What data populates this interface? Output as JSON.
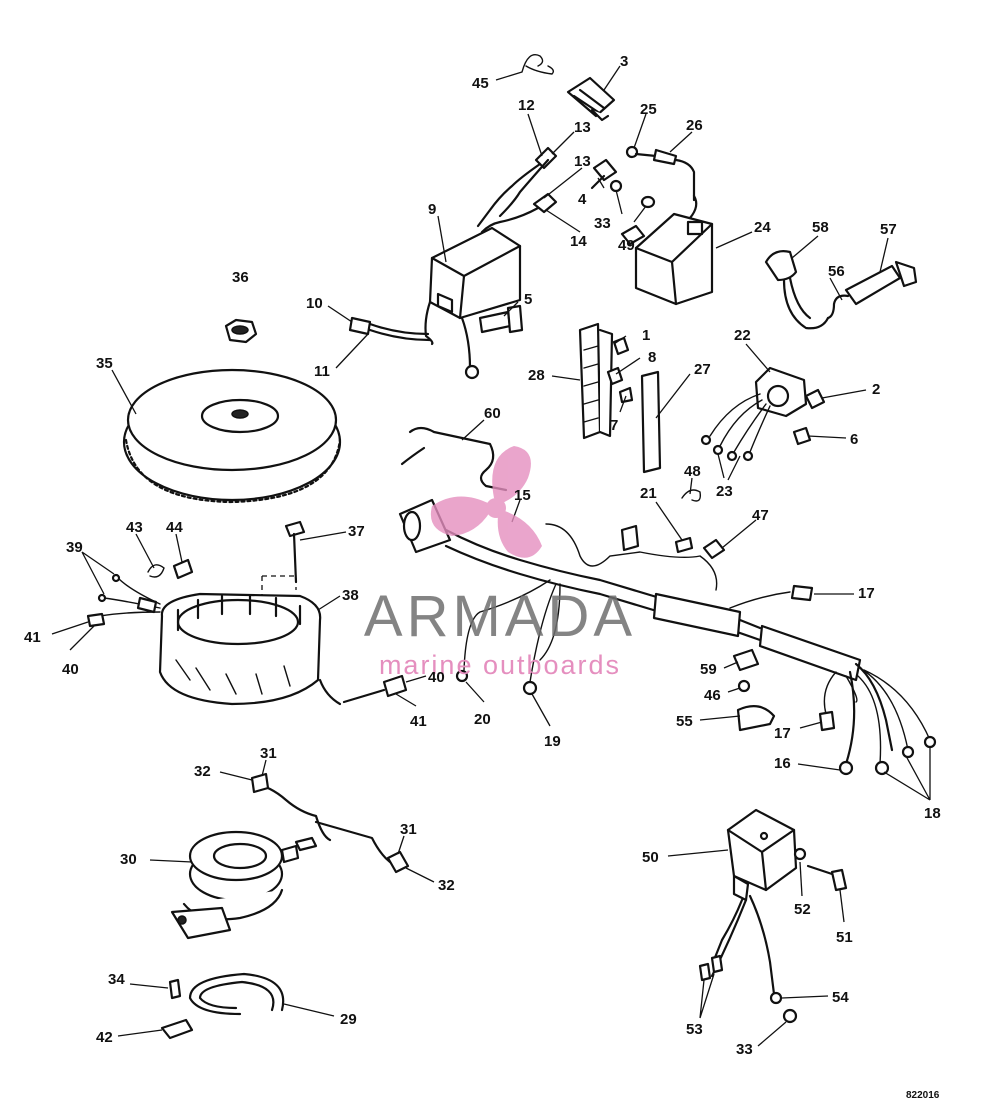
{
  "diagram": {
    "callouts": [
      {
        "id": "c45",
        "text": "45"
      },
      {
        "id": "c3",
        "text": "3"
      },
      {
        "id": "c12",
        "text": "12"
      },
      {
        "id": "c13a",
        "text": "13"
      },
      {
        "id": "c13b",
        "text": "13"
      },
      {
        "id": "c25",
        "text": "25"
      },
      {
        "id": "c26",
        "text": "26"
      },
      {
        "id": "c4",
        "text": "4"
      },
      {
        "id": "c33a",
        "text": "33"
      },
      {
        "id": "c9",
        "text": "9"
      },
      {
        "id": "c14",
        "text": "14"
      },
      {
        "id": "c49",
        "text": "49"
      },
      {
        "id": "c24",
        "text": "24"
      },
      {
        "id": "c58",
        "text": "58"
      },
      {
        "id": "c57",
        "text": "57"
      },
      {
        "id": "c56",
        "text": "56"
      },
      {
        "id": "c36",
        "text": "36"
      },
      {
        "id": "c10",
        "text": "10"
      },
      {
        "id": "c5",
        "text": "5"
      },
      {
        "id": "c11",
        "text": "11"
      },
      {
        "id": "c1",
        "text": "1"
      },
      {
        "id": "c22",
        "text": "22"
      },
      {
        "id": "c8",
        "text": "8"
      },
      {
        "id": "c28",
        "text": "28"
      },
      {
        "id": "c27",
        "text": "27"
      },
      {
        "id": "c2",
        "text": "2"
      },
      {
        "id": "c35",
        "text": "35"
      },
      {
        "id": "c7",
        "text": "7"
      },
      {
        "id": "c6",
        "text": "6"
      },
      {
        "id": "c60",
        "text": "60"
      },
      {
        "id": "c23",
        "text": "23"
      },
      {
        "id": "c48",
        "text": "48"
      },
      {
        "id": "c15",
        "text": "15"
      },
      {
        "id": "c21",
        "text": "21"
      },
      {
        "id": "c47",
        "text": "47"
      },
      {
        "id": "c43",
        "text": "43"
      },
      {
        "id": "c44",
        "text": "44"
      },
      {
        "id": "c37",
        "text": "37"
      },
      {
        "id": "c39",
        "text": "39"
      },
      {
        "id": "c38",
        "text": "38"
      },
      {
        "id": "c17a",
        "text": "17"
      },
      {
        "id": "c41a",
        "text": "41"
      },
      {
        "id": "c40a",
        "text": "40"
      },
      {
        "id": "c59",
        "text": "59"
      },
      {
        "id": "c40b",
        "text": "40"
      },
      {
        "id": "c46",
        "text": "46"
      },
      {
        "id": "c41b",
        "text": "41"
      },
      {
        "id": "c20",
        "text": "20"
      },
      {
        "id": "c19",
        "text": "19"
      },
      {
        "id": "c55",
        "text": "55"
      },
      {
        "id": "c17b",
        "text": "17"
      },
      {
        "id": "c16",
        "text": "16"
      },
      {
        "id": "c18",
        "text": "18"
      },
      {
        "id": "c31a",
        "text": "31"
      },
      {
        "id": "c32a",
        "text": "32"
      },
      {
        "id": "c31b",
        "text": "31"
      },
      {
        "id": "c30",
        "text": "30"
      },
      {
        "id": "c32b",
        "text": "32"
      },
      {
        "id": "c50",
        "text": "50"
      },
      {
        "id": "c52",
        "text": "52"
      },
      {
        "id": "c51",
        "text": "51"
      },
      {
        "id": "c34",
        "text": "34"
      },
      {
        "id": "c29",
        "text": "29"
      },
      {
        "id": "c54",
        "text": "54"
      },
      {
        "id": "c42",
        "text": "42"
      },
      {
        "id": "c53",
        "text": "53"
      },
      {
        "id": "c33b",
        "text": "33"
      }
    ],
    "figure_code": "822016"
  },
  "watermark": {
    "title": "ARMADA",
    "subtitle": "marine outboards",
    "logo_color": "#e58fbf",
    "text_color": "#6f6f6f"
  }
}
